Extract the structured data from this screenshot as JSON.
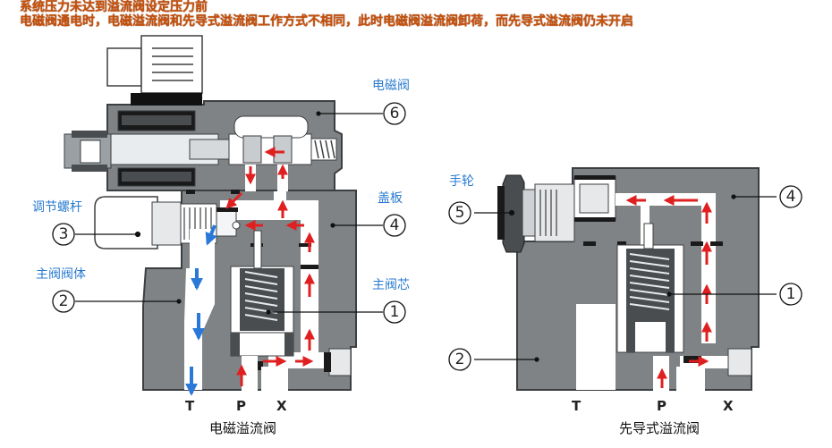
{
  "header": {
    "line1": "系统压力未达到溢流阀设定压力前",
    "line2": "电磁阀通电时，电磁溢流阀和先导式溢流阀工作方式不相同，此时电磁阀溢流阀卸荷，而先导式溢流阀仍未开启"
  },
  "left_valve": {
    "caption": "电磁溢流阀",
    "labels": {
      "solenoid_valve": "电磁阀",
      "cover": "盖板",
      "adjust_screw": "调节螺杆",
      "main_body": "主阀阀体",
      "main_spool": "主阀芯"
    },
    "callouts": [
      "6",
      "4",
      "3",
      "2",
      "1"
    ],
    "ports": [
      "T",
      "P",
      "X"
    ]
  },
  "right_valve": {
    "caption": "先导式溢流阀",
    "labels": {
      "handwheel": "手轮"
    },
    "callouts": [
      "4",
      "5",
      "1",
      "2"
    ],
    "ports": [
      "T",
      "P",
      "X"
    ]
  },
  "colors": {
    "body": "#7f8386",
    "body_dark": "#4a4d50",
    "channel": "#ffffff",
    "flow_pressure": "#e02020",
    "flow_tank": "#2a78d8",
    "label_blue": "#2a7bd0",
    "header_text": "#c8500a"
  }
}
